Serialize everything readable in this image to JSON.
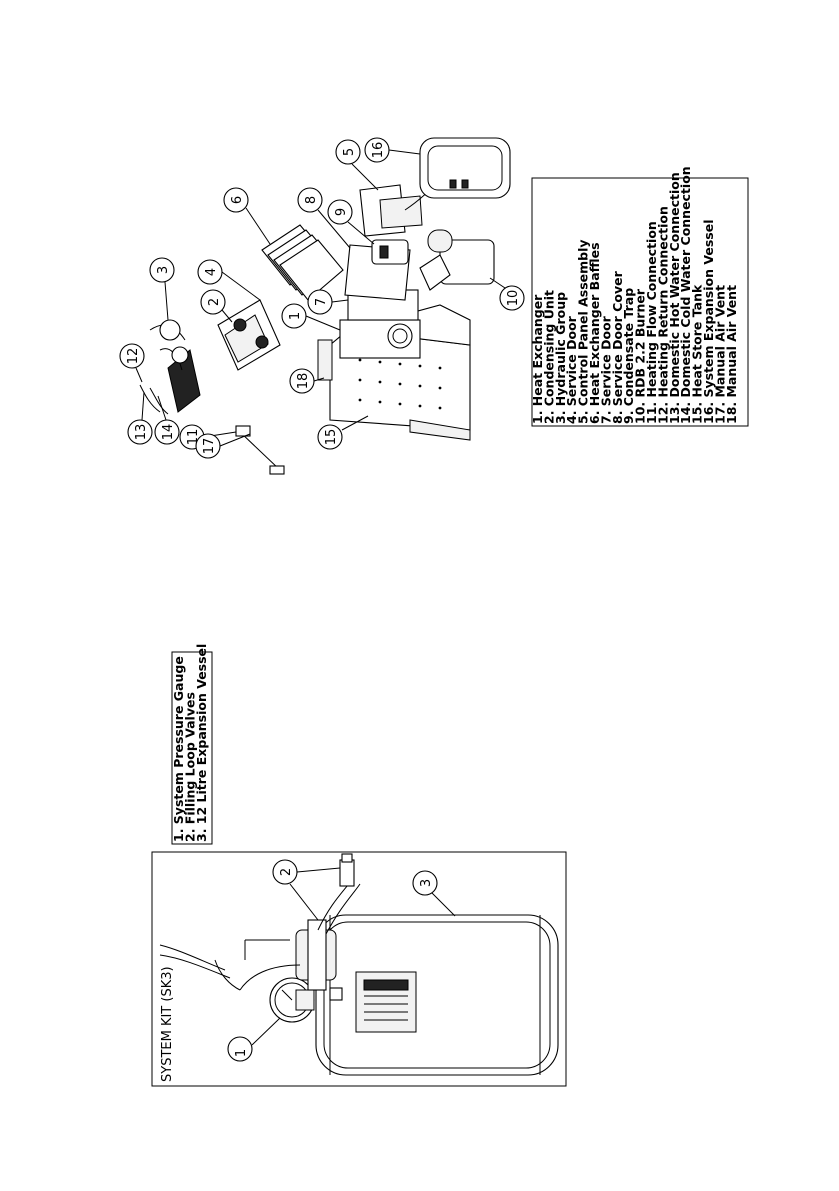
{
  "main_legend": {
    "items": [
      "1. Heat Exchanger",
      "2. Condensing Unit",
      "3. Hydraulic Group",
      "4. Service Door",
      "5. Control Panel Assembly",
      "6. Heat Exchanger Baffles",
      "7. Service Door",
      "8. Service Door Cover",
      "9. Condensate Trap",
      "10. RDB 2.2 Burner",
      "11. Heating Flow Connection",
      "12. Heating Return Connection",
      "13. Domestic Hot Water Connection",
      "14. Domestic Cold Water Connection",
      "15. Heat Store Tank",
      "16. System Expansion Vessel",
      "17. Manual Air Vent",
      "18. Manual Air Vent"
    ]
  },
  "kit_legend": {
    "items": [
      "1. System Pressure Gauge",
      "2. Filling Loop Valves",
      "3. 12 Litre Expansion Vessel"
    ]
  },
  "system_kit": {
    "title": "SYSTEM KIT (SK3)",
    "callouts": [
      "1",
      "2",
      "3"
    ]
  },
  "exploded_view": {
    "callouts": [
      "1",
      "2",
      "3",
      "4",
      "5",
      "6",
      "7",
      "8",
      "9",
      "10",
      "11",
      "12",
      "13",
      "14",
      "15",
      "16",
      "17",
      "18"
    ]
  }
}
